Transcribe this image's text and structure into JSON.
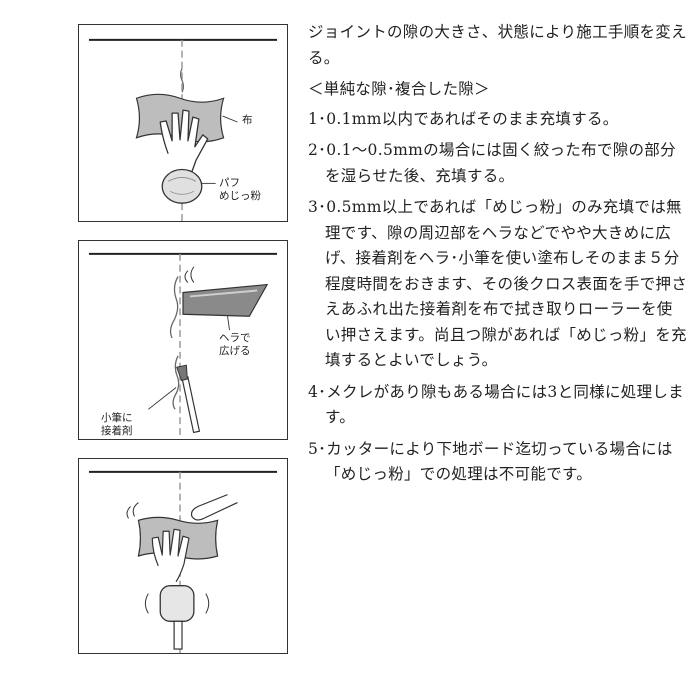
{
  "illustrations": {
    "panel1": {
      "cloth_label": "布",
      "puff_label": "パフ\nめじっ粉"
    },
    "panel2": {
      "spatula_label": "ヘラで\n広げる",
      "brush_label": "小筆に\n接着剤"
    }
  },
  "text": {
    "intro": "ジョイントの隙の大きさ、状態により施工手順を変える。",
    "heading": "＜単純な隙･複合した隙＞",
    "steps": [
      "1･0.1mm以内であればそのまま充填する。",
      "2･0.1〜0.5mmの場合には固く絞った布で隙の部分を湿らせた後、充填する。",
      "3･0.5mm以上であれば「めじっ粉」のみ充填では無理です、隙の周辺部をヘラなどでやや大きめに広げ、接着剤をヘラ･小筆を使い塗布しそのまま５分程度時間をおきます、その後クロス表面を手で押さえあふれ出た接着剤を布で拭き取りローラーを使い押さえます。尚且つ隙があれば「めじっ粉」を充填するとよいでしょう。",
      "4･メクレがあり隙もある場合には3と同様に処理します。",
      "5･カッターにより下地ボード迄切っている場合には「めじっ粉」での処理は不可能です。"
    ]
  }
}
